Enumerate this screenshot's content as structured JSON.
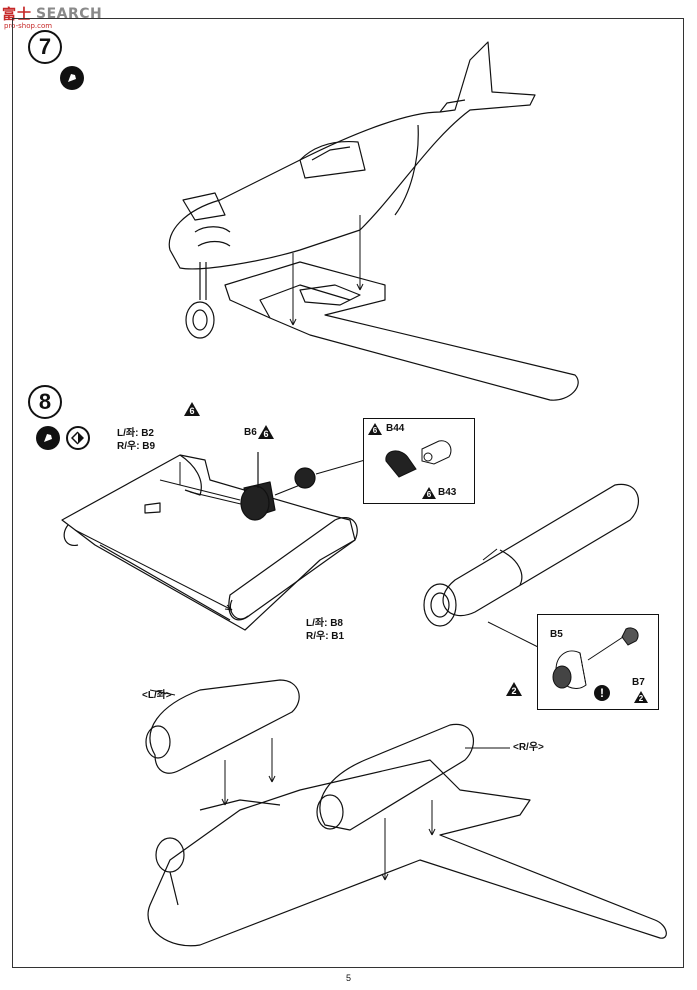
{
  "watermark": {
    "brand": "富士",
    "search": "SEARCH",
    "url": "pro-shop.com"
  },
  "steps": [
    {
      "number": "7"
    },
    {
      "number": "8"
    }
  ],
  "step8": {
    "left_wing_part": "L/좌: B2",
    "right_wing_part": "R/우: B9",
    "nacelle_left": "L/좌: B8",
    "nacelle_right": "R/우: B1",
    "spinner_part": "B6",
    "color_code": "6",
    "inset_top": {
      "part_a": "B44",
      "part_b": "B43",
      "color": "6"
    },
    "inset_bottom": {
      "part_a": "B5",
      "part_b": "B7",
      "color": "2"
    },
    "warning_color": "2",
    "final_left_label": "<L/좌>",
    "final_right_label": "<R/우>"
  },
  "page_number": "5"
}
